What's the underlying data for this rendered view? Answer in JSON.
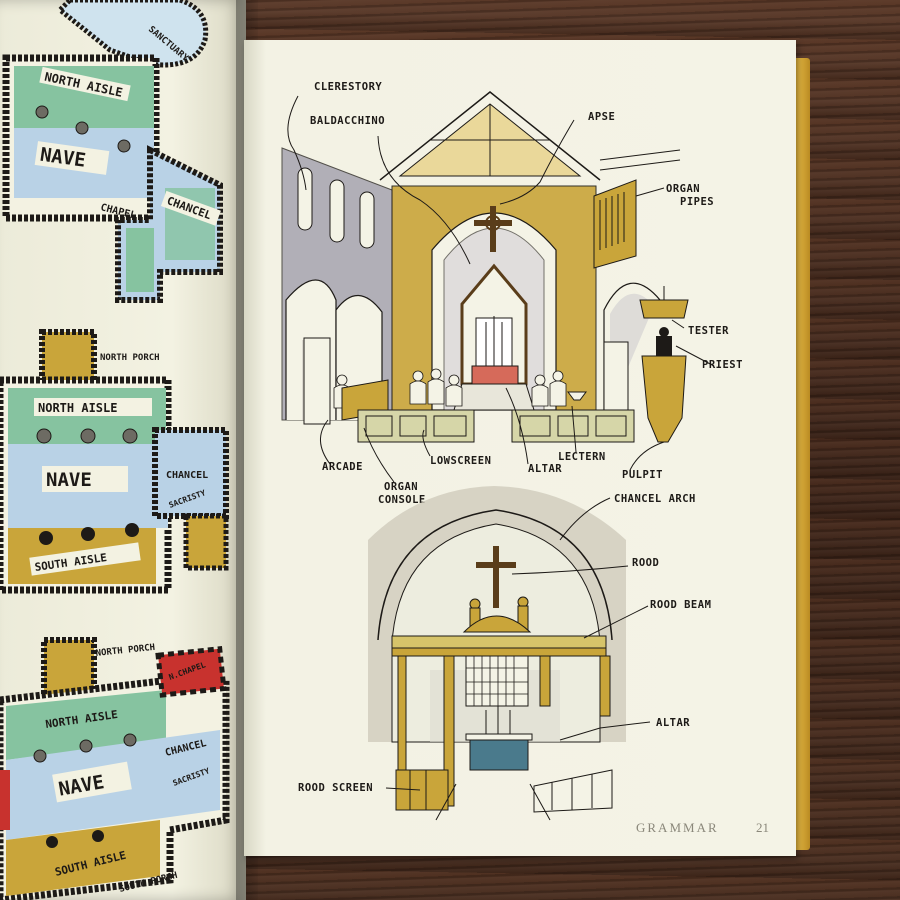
{
  "left_page": {
    "plan_top": {
      "labels": [
        "SANCTUARY",
        "NORTH AISLE",
        "NAVE",
        "CHAPEL",
        "CHANCEL"
      ]
    },
    "plan_middle": {
      "labels": [
        "NORTH PORCH",
        "NORTH AISLE",
        "NAVE",
        "CHANCEL",
        "SACRISTY",
        "SOUTH AISLE"
      ]
    },
    "plan_bottom": {
      "labels": [
        "NORTH PORCH",
        "N.CHAPEL",
        "NORTH AISLE",
        "NAVE",
        "CHANCEL",
        "SACRISTY",
        "SOUTH AISLE",
        "SOUTH PORCH"
      ]
    }
  },
  "right_page": {
    "top_illustration_labels": {
      "clerestory": "CLERESTORY",
      "baldacchino": "BALDACCHINO",
      "apse": "APSE",
      "organ_pipes_1": "ORGAN",
      "organ_pipes_2": "PIPES",
      "tester": "TESTER",
      "priest": "PRIEST",
      "arcade": "ARCADE",
      "organ_console_1": "ORGAN",
      "organ_console_2": "CONSOLE",
      "lowscreen": "LOWSCREEN",
      "altar": "ALTAR",
      "lectern": "LECTERN",
      "pulpit": "PULPIT"
    },
    "bottom_illustration_labels": {
      "chancel_arch": "CHANCEL ARCH",
      "rood": "ROOD",
      "rood_beam": "ROOD BEAM",
      "altar": "ALTAR",
      "rood_screen": "ROOD SCREEN"
    },
    "footer": {
      "section": "GRAMMAR",
      "page_number": "21"
    }
  },
  "colors": {
    "page": "#f4f3e6",
    "ochre": "#c9a53a",
    "aisle_green": "#7fbf9a",
    "nave_blue": "#a9c7de",
    "chapel_red": "#c8322e",
    "book_edge": "#e0b340"
  }
}
